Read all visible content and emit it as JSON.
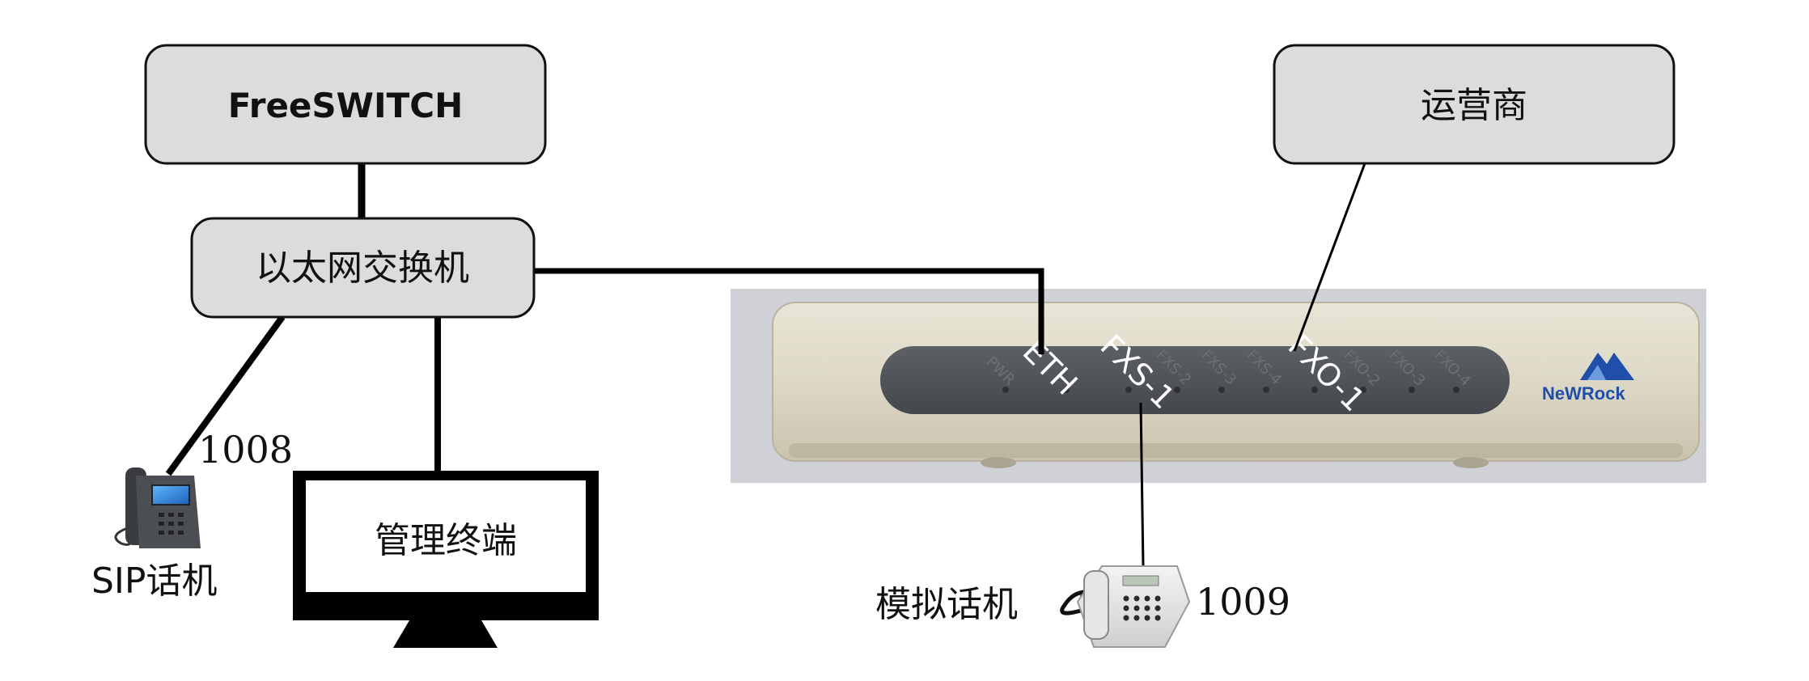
{
  "nodes": {
    "freeswitch": "FreeSWITCH",
    "carrier": "运营商",
    "switch": "以太网交换机",
    "terminal": "管理终端"
  },
  "phones": {
    "sip_ext": "1008",
    "sip_label": "SIP话机",
    "analog_ext": "1009",
    "analog_label": "模拟话机"
  },
  "gateway": {
    "brand": "NeWRock",
    "ports_active": [
      "ETH",
      "FXS-1",
      "FXO-1"
    ],
    "ports_dim": [
      "PWR",
      "FXS-2",
      "FXS-3",
      "FXS-4",
      "FXO-2",
      "FXO-3",
      "FXO-4"
    ]
  },
  "colors": {
    "box_fill": "#dcdcdc",
    "line": "#000000",
    "brand": "#1f4fa8"
  },
  "icons": {
    "sip_phone": "ip-phone-icon",
    "analog_phone": "desk-phone-icon",
    "monitor": "monitor-icon",
    "logo": "newrock-logo"
  }
}
